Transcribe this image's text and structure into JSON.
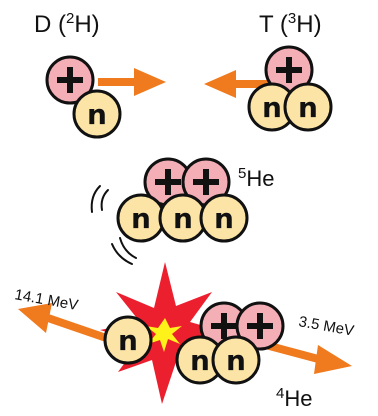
{
  "labels": {
    "deuterium": {
      "main": "D (",
      "sup": "2",
      "tail": "H)"
    },
    "tritium": {
      "main": "T (",
      "sup": "3",
      "tail": "H)"
    },
    "helium5": {
      "sup": "5",
      "main": "He"
    },
    "helium4": {
      "sup": "4",
      "main": "He"
    },
    "neutron_energy": "14.1 MeV",
    "helium_energy": "3.5 MeV"
  },
  "particles": {
    "proton_symbol": "+",
    "neutron_symbol": "n"
  },
  "colors": {
    "proton": "#f4aeb6",
    "neutron": "#fbe4a6",
    "outline": "#111111",
    "arrow": "#f07a1e",
    "burst_outer": "#ec1f2f",
    "burst_inner": "#fff21a"
  }
}
